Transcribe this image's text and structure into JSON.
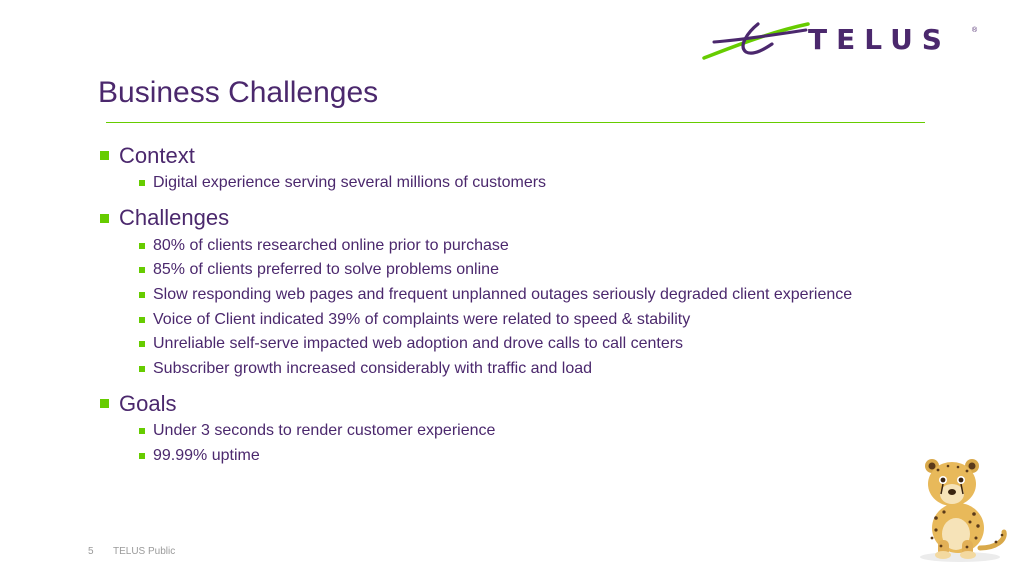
{
  "brand": {
    "name": "TELUS",
    "registered": "®"
  },
  "title": "Business Challenges",
  "sections": [
    {
      "heading": "Context",
      "items": [
        "Digital experience serving several millions of customers"
      ]
    },
    {
      "heading": "Challenges",
      "items": [
        "80% of clients researched online prior to purchase",
        "85% of clients preferred to solve problems online",
        "Slow responding web pages and frequent unplanned outages seriously degraded client experience",
        "Voice of Client indicated 39% of complaints were related to speed & stability",
        "Unreliable self-serve impacted web adoption and drove calls to call centers",
        "Subscriber growth increased considerably with traffic and load"
      ]
    },
    {
      "heading": "Goals",
      "items": [
        "Under 3 seconds to render customer experience",
        "99.99% uptime"
      ]
    }
  ],
  "footer": {
    "page": "5",
    "label": "TELUS Public"
  },
  "colors": {
    "purple": "#4b286d",
    "green": "#66cc00",
    "footer_gray": "#9a9a9a"
  },
  "icons": [
    "telus-swoosh-icon",
    "cheetah-mascot-icon"
  ]
}
